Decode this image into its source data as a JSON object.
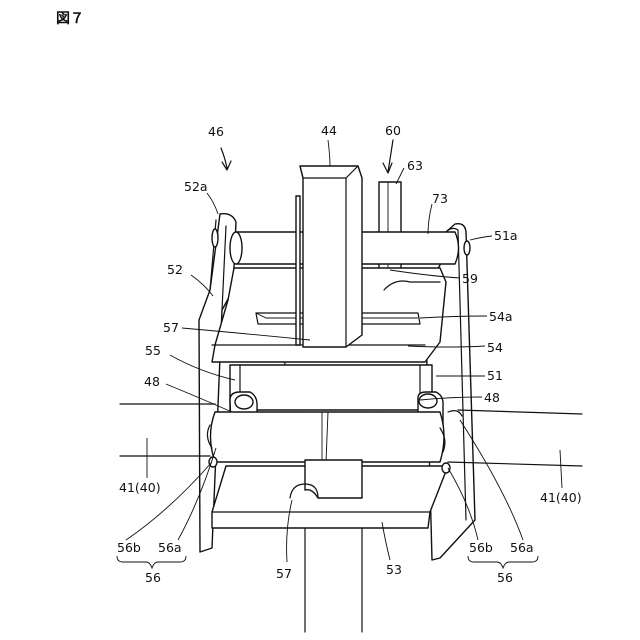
{
  "figure": {
    "title": "図７"
  },
  "labels": {
    "l46": "46",
    "l44": "44",
    "l60": "60",
    "l63": "63",
    "l73": "73",
    "l52a": "52a",
    "l51a": "51a",
    "l52": "52",
    "l59": "59",
    "l54a": "54a",
    "l57_top": "57",
    "l54": "54",
    "l55": "55",
    "l51": "51",
    "l48_left": "48",
    "l48_right": "48",
    "l41_left": "41(40)",
    "l41_right": "41(40)",
    "l56b_left": "56b",
    "l56a_left": "56a",
    "l56_left": "56",
    "l57_bottom": "57",
    "l53": "53",
    "l56b_right": "56b",
    "l56a_right": "56a",
    "l56_right": "56"
  }
}
